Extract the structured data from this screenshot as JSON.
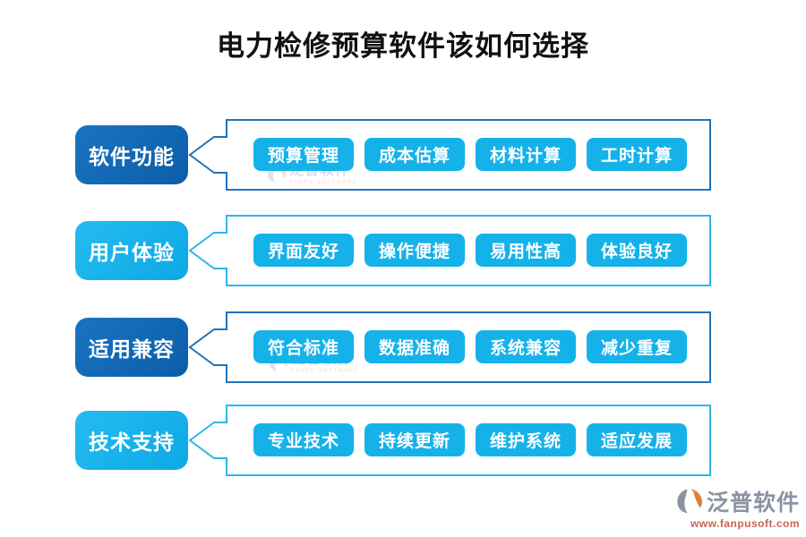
{
  "title": "电力检修预算软件该如何选择",
  "colors": {
    "dark_blue_fill": "#0e67b4",
    "dark_blue_border": "#2273bb",
    "cyan_fill": "#12b1ea",
    "cyan_border": "#2eb6e8",
    "button_fill": "#15b2ea",
    "title_text": "#111111",
    "logo_gray": "#8b93a3",
    "logo_orange": "#df7f3c",
    "url_red": "#cb6455"
  },
  "rows": [
    {
      "label": "软件功能",
      "theme": "dark",
      "items": [
        "预算管理",
        "成本估算",
        "材料计算",
        "工时计算"
      ]
    },
    {
      "label": "用户体验",
      "theme": "cyan",
      "items": [
        "界面友好",
        "操作便捷",
        "易用性高",
        "体验良好"
      ]
    },
    {
      "label": "适用兼容",
      "theme": "dark",
      "items": [
        "符合标准",
        "数据准确",
        "系统兼容",
        "减少重复"
      ]
    },
    {
      "label": "技术支持",
      "theme": "cyan",
      "items": [
        "专业技术",
        "持续更新",
        "维护系统",
        "适应发展"
      ]
    }
  ],
  "watermark": {
    "text": "泛普软件",
    "subtext": "FANPU SOFTWARE"
  },
  "footer": {
    "brand": "泛普软件",
    "url": "www.fanpusoft.com"
  }
}
